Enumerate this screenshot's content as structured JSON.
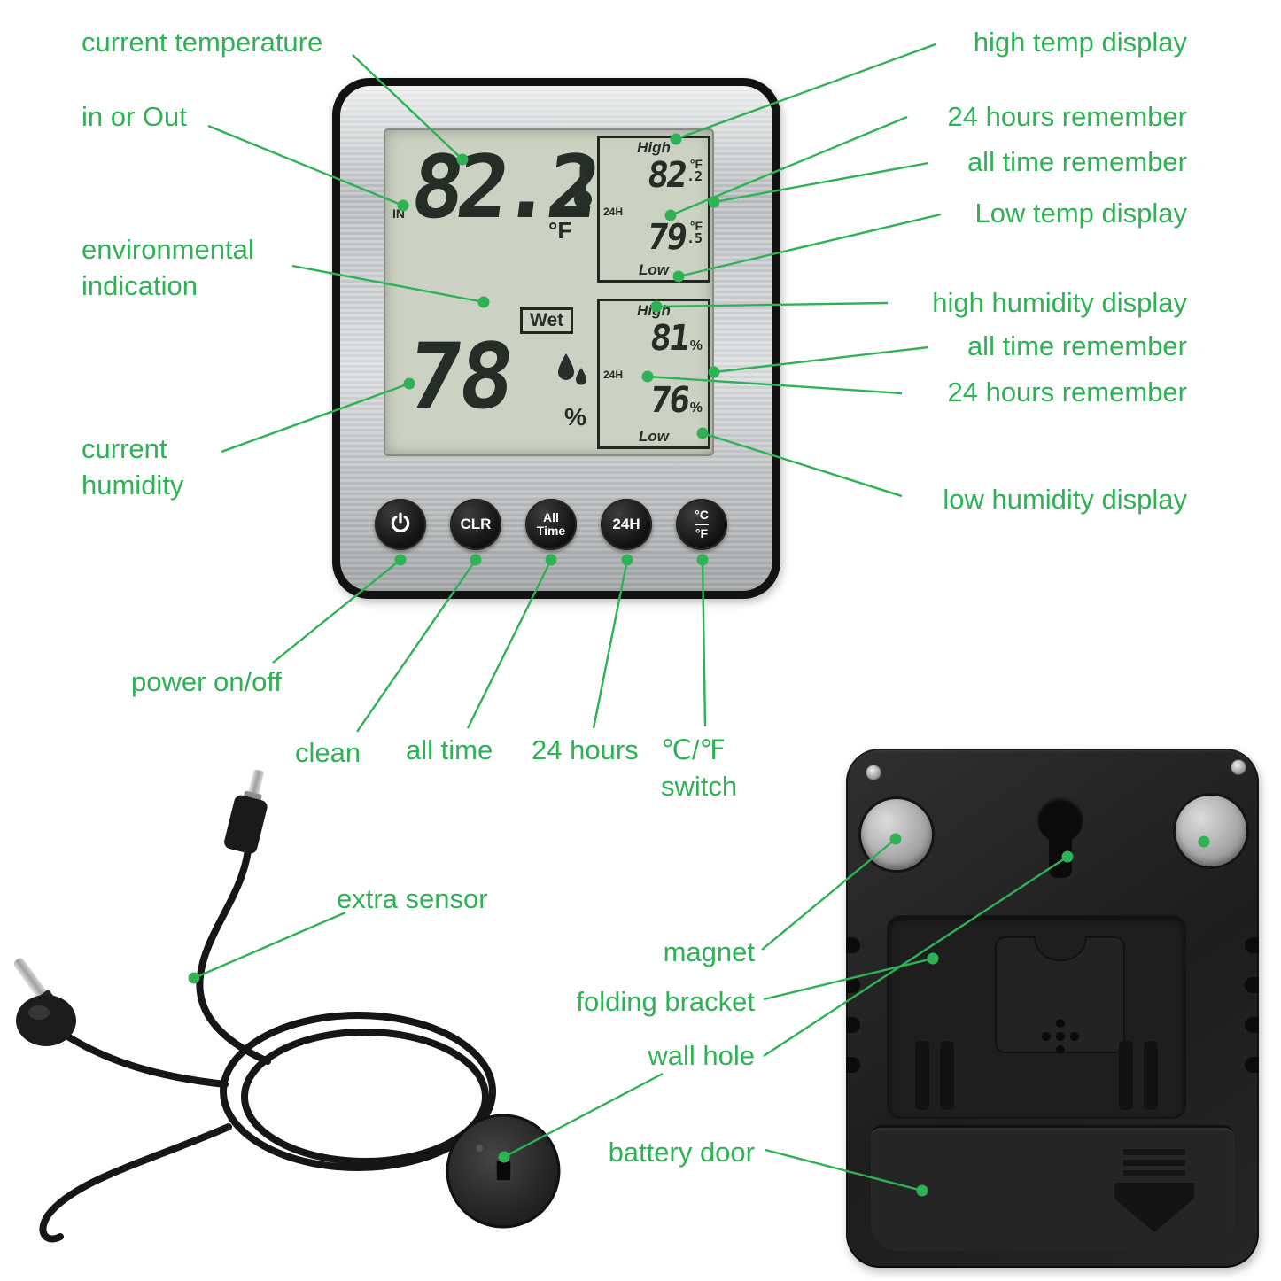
{
  "meta": {
    "description": "Annotated product diagram of a digital thermometer hygrometer with external sensor, front and back views",
    "accent_color": "#2fb156"
  },
  "device": {
    "lcd": {
      "in_indicator": "IN",
      "temp": {
        "value": "82.2",
        "unit": "°F"
      },
      "temp_panel": {
        "high_label": "High",
        "high_value": "82",
        "high_frac": ".2",
        "high_unit": "°F",
        "mid_label": "24H",
        "low_value": "79",
        "low_frac": ".5",
        "low_unit": "°F",
        "low_label": "Low"
      },
      "env_indicator": "Wet",
      "humidity": {
        "value": "78",
        "unit": "%"
      },
      "humidity_panel": {
        "high_label": "High",
        "high_value": "81",
        "high_unit": "%",
        "mid_label": "24H",
        "low_value": "76",
        "low_unit": "%",
        "low_label": "Low"
      }
    },
    "buttons": {
      "clr": "CLR",
      "alltime": [
        "All",
        "Time"
      ],
      "h24": "24H",
      "cf": [
        "°C",
        "°F"
      ]
    },
    "icons": {
      "power": "power-icon",
      "thermometer": "thermometer-icon",
      "droplets": "water-drops-icon"
    }
  },
  "annotations": {
    "current_temperature": "current temperature",
    "in_or_out": "in or Out",
    "environmental_indication": "environmental indication",
    "current_humidity": "current humidity",
    "power_on_off": "power on/off",
    "clean": "clean",
    "all_time": "all time",
    "hours24": "24 hours",
    "cf_switch": "℃/℉ switch",
    "extra_sensor": "extra sensor",
    "high_temp_display": "high temp display",
    "temp_24h_remember": "24 hours remember",
    "temp_alltime_remember": "all time remember",
    "low_temp_display": "Low temp display",
    "high_humidity_display": "high humidity display",
    "hum_alltime_remember": "all time remember",
    "hum_24h_remember": "24 hours remember",
    "low_humidity_display": "low humidity display",
    "magnet": "magnet",
    "folding_bracket": "folding bracket",
    "wall_hole": "wall hole",
    "battery_door": "battery door"
  }
}
